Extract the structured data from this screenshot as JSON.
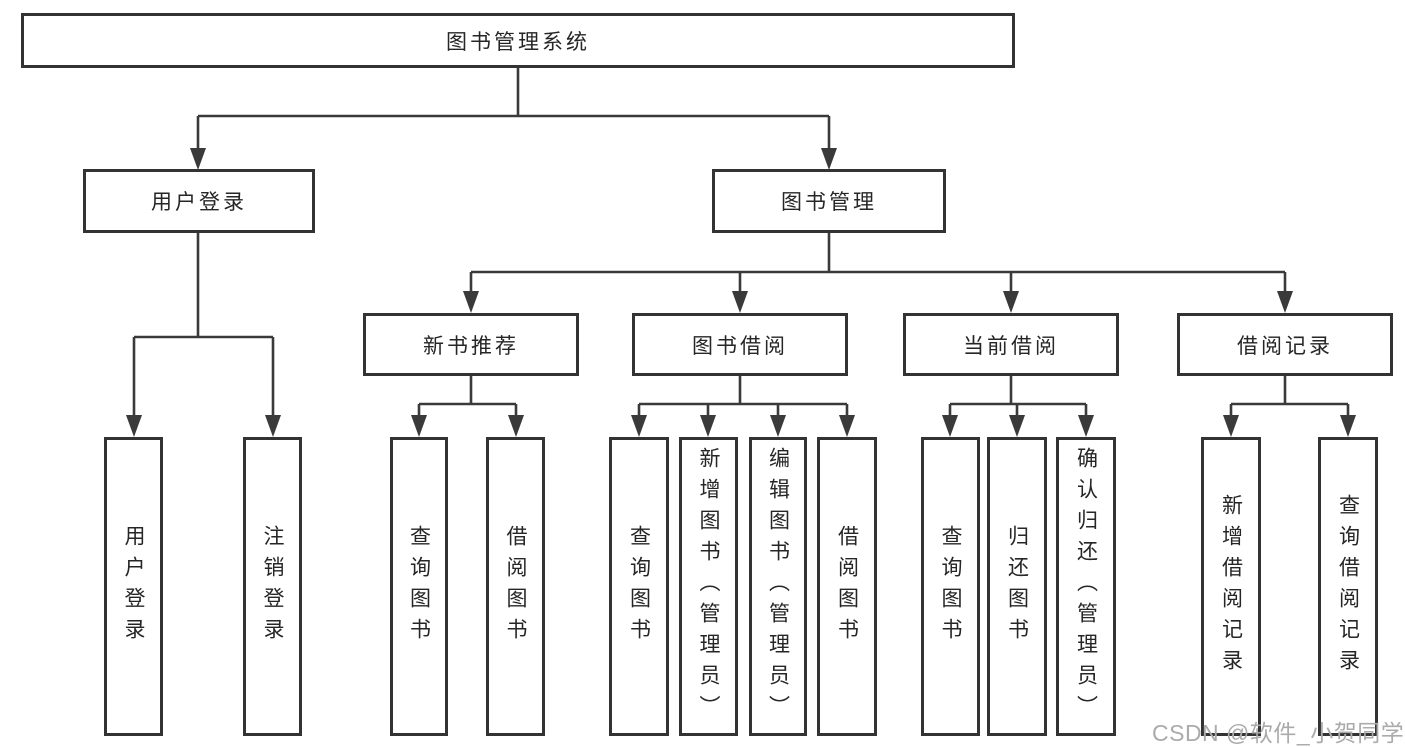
{
  "diagram": {
    "root": "图书管理系统",
    "level2": {
      "user_login": "用户登录",
      "book_management": "图书管理"
    },
    "modules": {
      "new_book_recommendation": "新书推荐",
      "book_borrowing": "图书借阅",
      "current_borrowing": "当前借阅",
      "borrowing_records": "借阅记录"
    },
    "leaves": {
      "user_login": "用户登录",
      "logout": "注销登录",
      "nb_query_books": "查询图书",
      "nb_borrow_books": "借阅图书",
      "bb_query_books": "查询图书",
      "bb_add_books_admin": "新增图书（管理员）",
      "bb_edit_books_admin": "编辑图书（管理员）",
      "bb_borrow_books": "借阅图书",
      "cb_query_books": "查询图书",
      "cb_return_books": "归还图书",
      "cb_confirm_return_admin": "确认归还（管理员）",
      "br_add_record": "新增借阅记录",
      "br_query_record": "查询借阅记录"
    }
  },
  "watermark": {
    "text": "CSDN @软件_小贺同学",
    "color": "#ababab"
  },
  "colors": {
    "line": "#3a3a3a",
    "border": "#333333",
    "text": "#262626",
    "background": "#ffffff"
  }
}
